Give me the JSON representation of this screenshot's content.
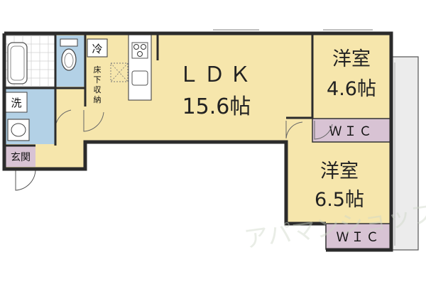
{
  "rooms": {
    "ldk": {
      "name": "ＬＤＫ",
      "size": "15.6帖"
    },
    "western1": {
      "name": "洋室",
      "size": "4.6帖"
    },
    "western2": {
      "name": "洋室",
      "size": "6.5帖"
    }
  },
  "wic_top": "ＷＩＣ",
  "wic_bottom": "ＷＩＣ",
  "fridge": "冷",
  "underfloor": [
    "床",
    "下",
    "収",
    "納"
  ],
  "washer": "洗",
  "entrance": "玄関",
  "watermark": "アパマンショップ",
  "colors": {
    "floor": "#f6e6ac",
    "wet": "#b3d1e6",
    "closet": "#d8c3d4",
    "balcony": "#ececec",
    "wall": "#2b2b2b"
  }
}
